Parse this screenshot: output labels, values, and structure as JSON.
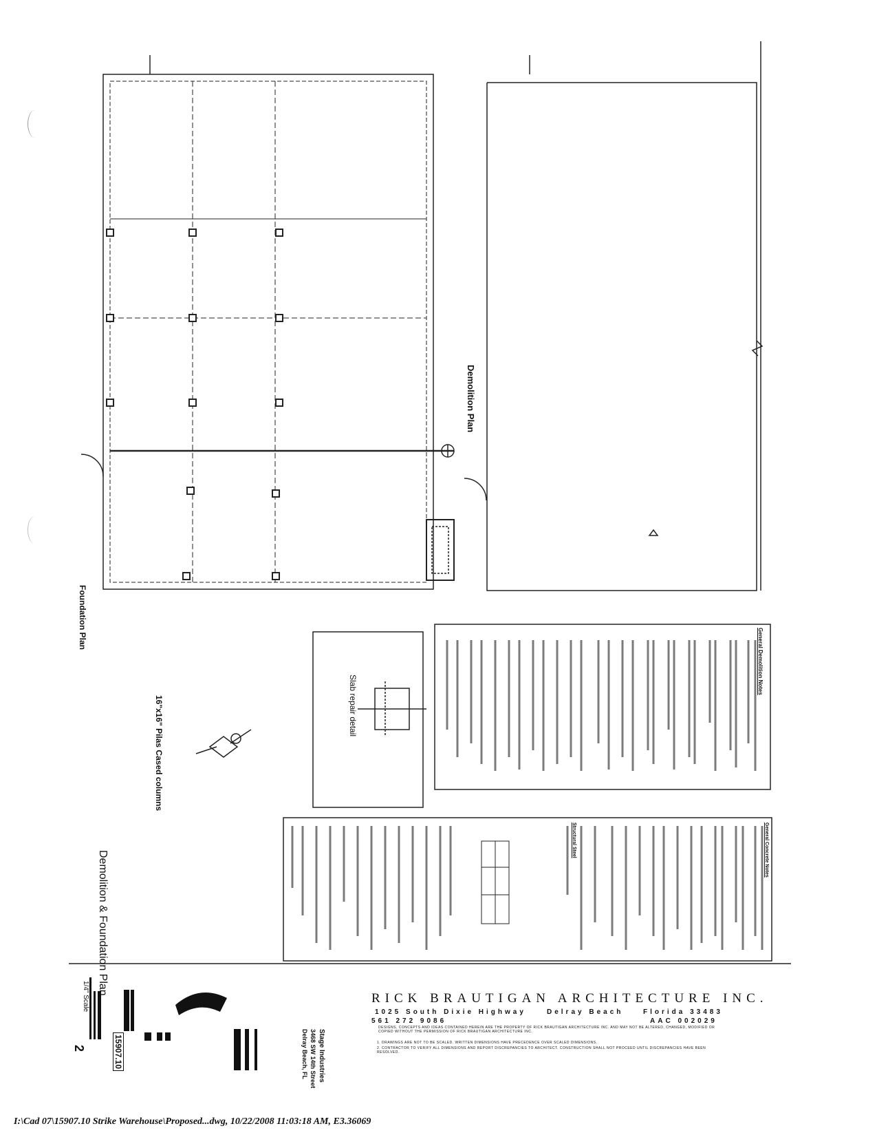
{
  "plans": {
    "demolition_title": "Demolition Plan",
    "foundation_title": "Foundation Plan"
  },
  "notes": {
    "demolition_heading": "General Demolition Notes",
    "concrete_heading": "General Concrete Notes",
    "steel_heading": "Structural Steel"
  },
  "details": {
    "slab_repair": "Slab repair detail",
    "column_detail": "16\"x16\" Pilas Cased columns"
  },
  "sheet": {
    "title": "Demolition & Foundation Plan",
    "scale": "1/4\" Scale",
    "number": "2",
    "project_no": "15907.10",
    "project_name": "Stage Industries",
    "project_address": "3468 SW 14th Street",
    "project_city": "Delray Beach, FL"
  },
  "title_block": {
    "company": "Rick Brautigan Architecture Inc.",
    "address": "1025 South Dixie Highway",
    "city": "Delray Beach",
    "state_zip": "Florida 33483",
    "phone": "561 272 9086",
    "license": "AAC 002029",
    "disclaimer": "Designs, concepts and ideas contained herein are the property of Rick Brautigan Architecture Inc. and may not be altered, changed, modified or copied without the permission of Rick Brautigan Architecture Inc.",
    "note1": "1. Drawings are not to be scaled. Written dimensions have precedence over scaled dimensions.",
    "note2": "2. Contractor to verify all dimensions and report discrepancies to architect. Construction shall not proceed until discrepancies have been resolved."
  },
  "footer": {
    "file_path": "I:\\Cad 07\\15907.10 Strike Warehouse\\Proposed...dwg, 10/22/2008 11:03:18 AM, E3.36069"
  }
}
